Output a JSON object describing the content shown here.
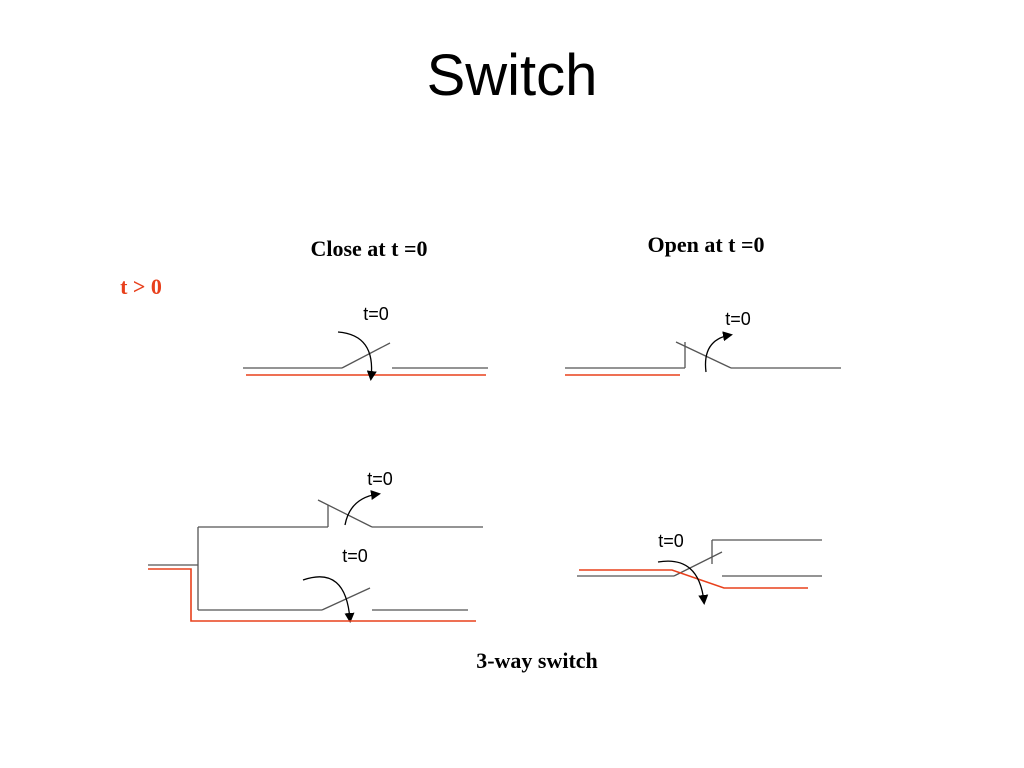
{
  "slide": {
    "title": "Switch",
    "close_heading": "Close at t =0",
    "open_heading": "Open at t =0",
    "condition_label": "t > 0",
    "three_way_label": "3-way switch",
    "time_labels": {
      "close": "t=0",
      "open": "t=0",
      "three_way_upper": "t=0",
      "three_way_lower": "t=0",
      "three_way_single": "t=0"
    }
  },
  "colors": {
    "wire": "#555555",
    "energized_path": "#e8401c",
    "condition_text": "#e8401c",
    "text": "#000000"
  }
}
